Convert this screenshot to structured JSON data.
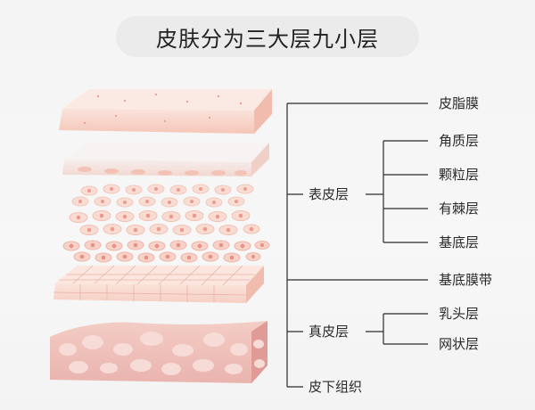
{
  "title": "皮肤分为三大层九小层",
  "structure": {
    "top": "皮脂膜",
    "epidermis": {
      "name": "表皮层",
      "sublayers": [
        "角质层",
        "颗粒层",
        "有棘层",
        "基底层"
      ]
    },
    "basement": "基底膜带",
    "dermis": {
      "name": "真皮层",
      "sublayers": [
        "乳头层",
        "网状层"
      ]
    },
    "subcutis": "皮下组织"
  },
  "colors": {
    "line": "#2b2b2b",
    "pink_light": "#f8ddd4",
    "pink_mid": "#f4c7ba",
    "pink_deep": "#e9a0a0",
    "dot": "#ee9a8e"
  }
}
